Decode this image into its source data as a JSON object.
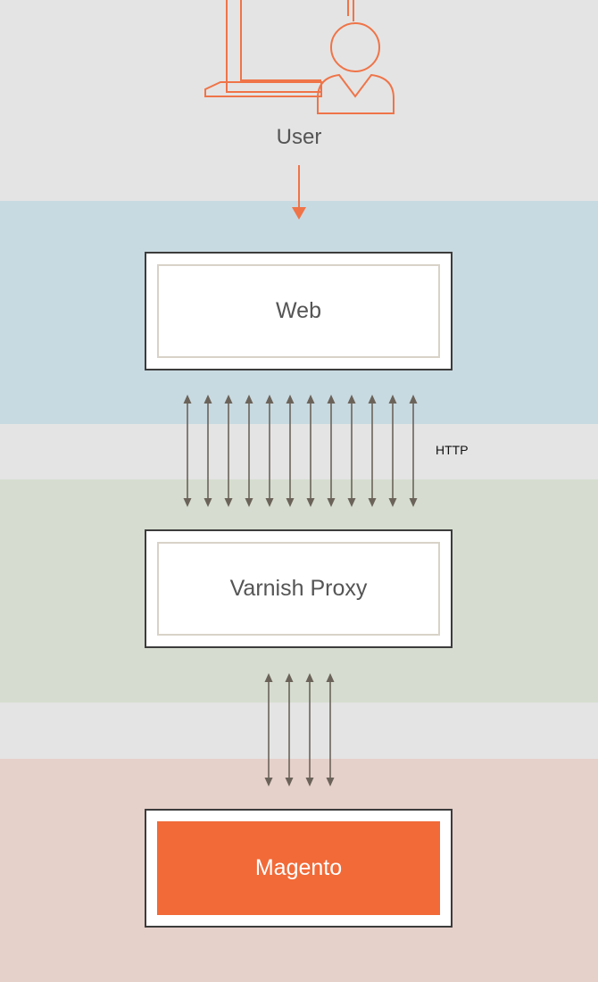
{
  "user": {
    "label": "User",
    "icon": "user-at-laptop-icon"
  },
  "tiers": [
    {
      "label": "Web"
    },
    {
      "label": "Varnish Proxy"
    },
    {
      "label": "Magento"
    }
  ],
  "connection_label": "HTTP",
  "colors": {
    "accent": "#f16a38",
    "web_band": "#c8dae1",
    "varnish_band": "#d6ddd0",
    "magento_band": "#e6d0ca",
    "neutral_band": "#e4e4e4",
    "arrow": "#6b635a"
  }
}
